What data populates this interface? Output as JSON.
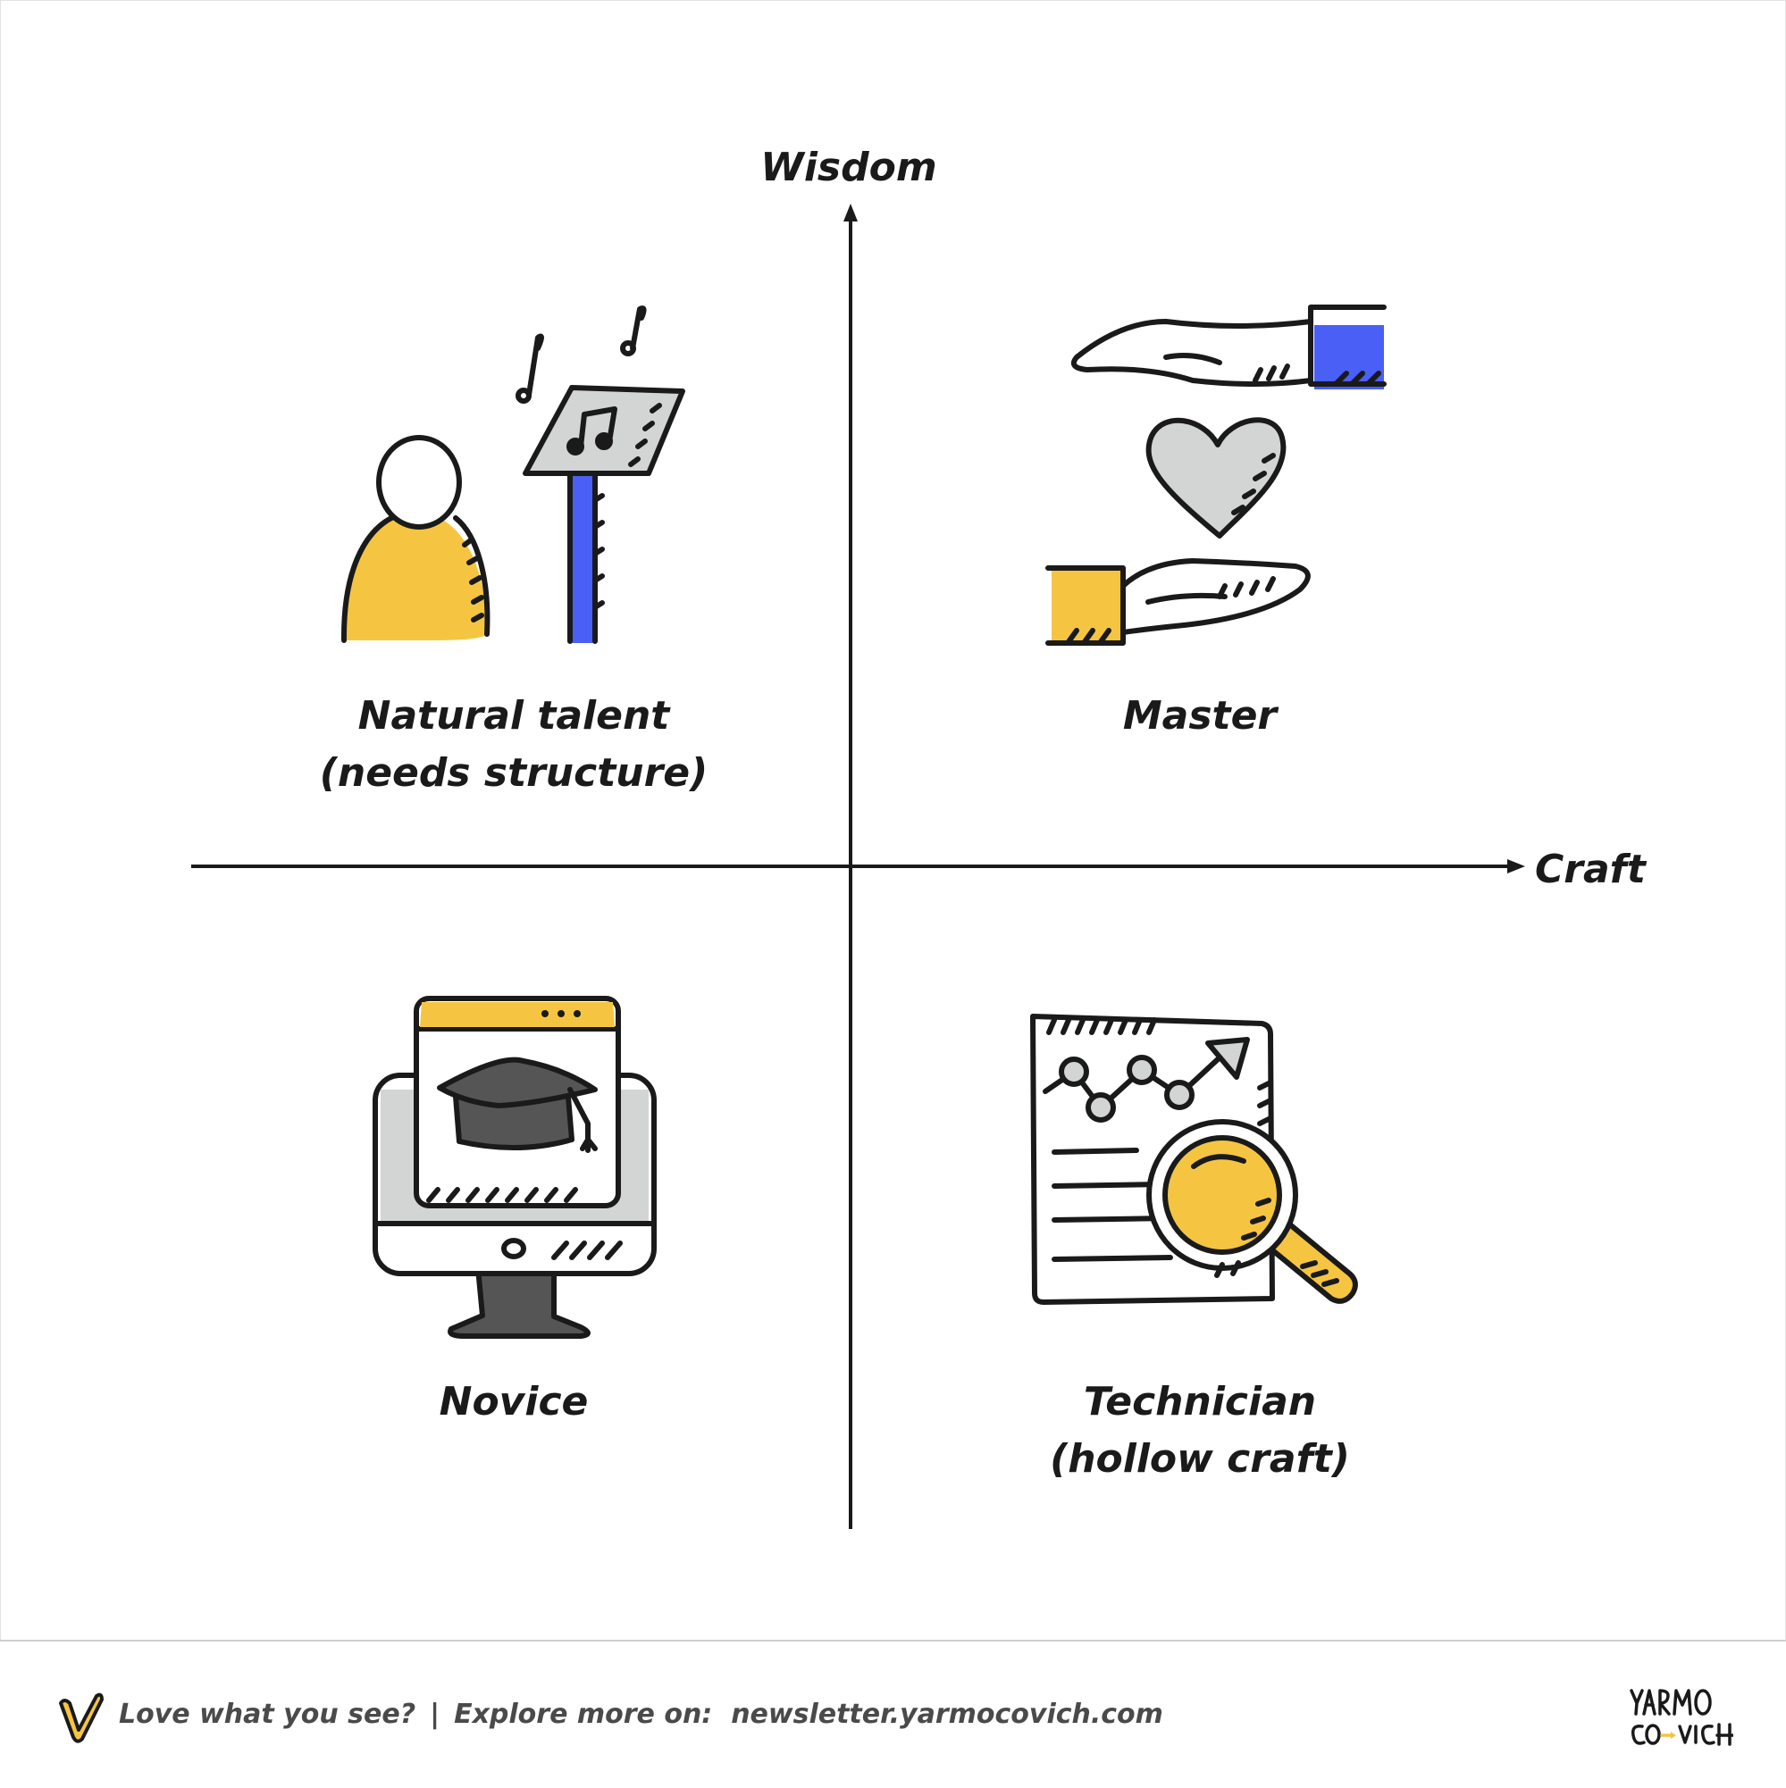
{
  "axes": {
    "y_label": "Wisdom",
    "x_label": "Craft"
  },
  "quadrants": {
    "top_left": {
      "label": "Natural talent\n(needs structure)",
      "icon": "singer-music-stand-icon"
    },
    "top_right": {
      "label": "Master",
      "icon": "hands-giving-heart-icon"
    },
    "bottom_left": {
      "label": "Novice",
      "icon": "monitor-graduation-cap-icon"
    },
    "bottom_right": {
      "label": "Technician\n(hollow craft)",
      "icon": "report-magnifier-icon"
    }
  },
  "footer": {
    "tagline": "Love what you see?",
    "separator": "|",
    "explore_label": "Explore more on:",
    "url": "newsletter.yarmocovich.com",
    "logo_text": "YARMOCOVICH"
  },
  "colors": {
    "yellow": "#F5C542",
    "blue": "#4A5FF5",
    "grey": "#D3D4D4",
    "dark_grey": "#555555",
    "ink": "#1A1A1A"
  }
}
